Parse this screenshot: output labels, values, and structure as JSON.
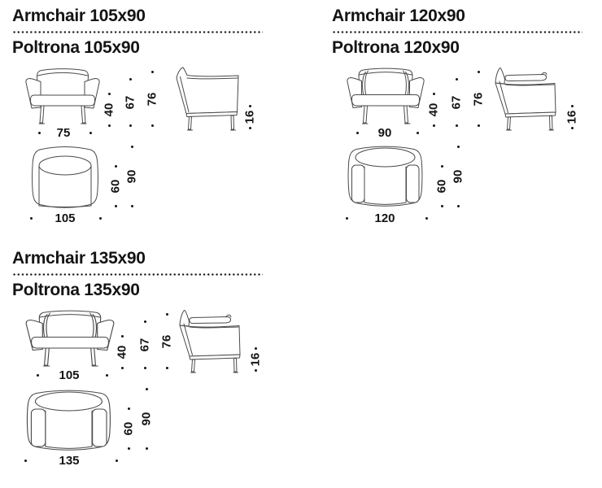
{
  "colors": {
    "background": "#ffffff",
    "text": "#141414",
    "drawing_line": "#4a4a4a"
  },
  "sections": [
    {
      "title_en": "Armchair 105x90",
      "title_it": "Poltrona 105x90",
      "front": {
        "width": "75",
        "seat_height": "40",
        "arm_height": "67",
        "total_height": "76"
      },
      "side": {
        "leg_height": "16"
      },
      "top": {
        "seat_depth": "60",
        "total_depth": "90",
        "width": "105"
      }
    },
    {
      "title_en": "Armchair 120x90",
      "title_it": "Poltrona 120x90",
      "front": {
        "width": "90",
        "seat_height": "40",
        "arm_height": "67",
        "total_height": "76"
      },
      "side": {
        "leg_height": "16"
      },
      "top": {
        "seat_depth": "60",
        "total_depth": "90",
        "width": "120"
      }
    },
    {
      "title_en": "Armchair 135x90",
      "title_it": "Poltrona 135x90",
      "front": {
        "width": "105",
        "seat_height": "40",
        "arm_height": "67",
        "total_height": "76"
      },
      "side": {
        "leg_height": "16"
      },
      "top": {
        "seat_depth": "60",
        "total_depth": "90",
        "width": "135"
      }
    }
  ]
}
